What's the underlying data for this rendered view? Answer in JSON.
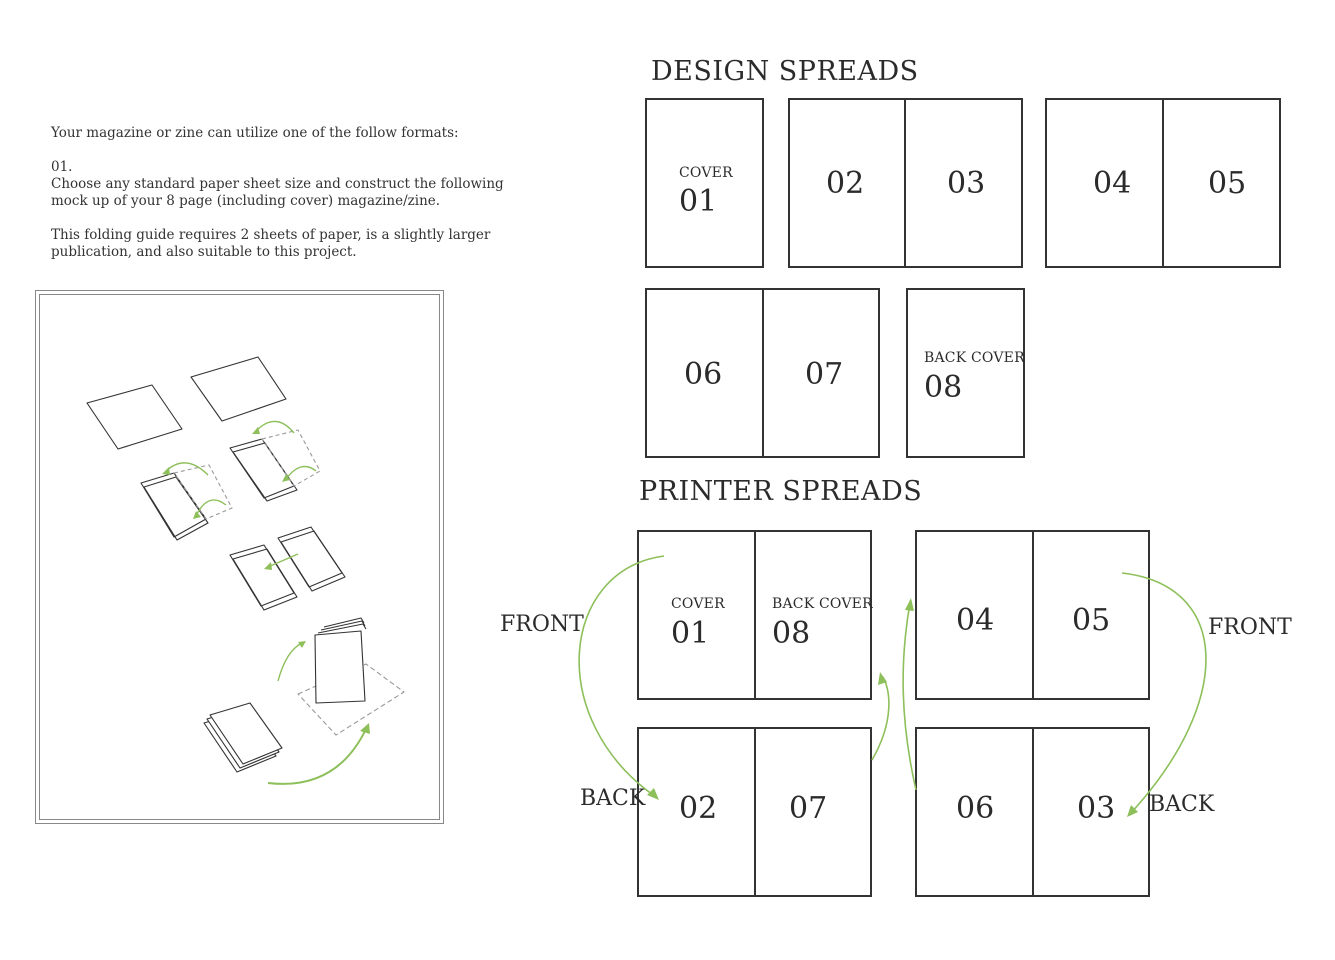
{
  "intro": {
    "line1": "Your magazine or zine can utilize one of the follow formats:",
    "option_number": "01.",
    "option_text_1": "Choose any standard paper sheet size and construct the following",
    "option_text_2": "mock up of your 8 page (including cover) magazine/zine.",
    "note_1": "This folding guide requires 2 sheets of paper, is a slightly larger",
    "note_2": "publication, and also suitable to this project."
  },
  "design": {
    "title": "DESIGN SPREADS",
    "pages": [
      {
        "label": "COVER",
        "num": "01"
      },
      {
        "label": "",
        "num": "02"
      },
      {
        "label": "",
        "num": "03"
      },
      {
        "label": "",
        "num": "04"
      },
      {
        "label": "",
        "num": "05"
      },
      {
        "label": "",
        "num": "06"
      },
      {
        "label": "",
        "num": "07"
      },
      {
        "label": "BACK COVER",
        "num": "08"
      }
    ]
  },
  "printer": {
    "title": "PRINTER SPREADS",
    "pages": [
      {
        "label": "COVER",
        "num": "01"
      },
      {
        "label": "BACK COVER",
        "num": "08"
      },
      {
        "label": "",
        "num": "04"
      },
      {
        "label": "",
        "num": "05"
      },
      {
        "label": "",
        "num": "02"
      },
      {
        "label": "",
        "num": "07"
      },
      {
        "label": "",
        "num": "06"
      },
      {
        "label": "",
        "num": "03"
      }
    ],
    "front_left": "FRONT",
    "back_left": "BACK",
    "front_right": "FRONT",
    "back_right": "BACK"
  },
  "colors": {
    "accent_green": "#8dbf5a",
    "line": "#333333"
  }
}
